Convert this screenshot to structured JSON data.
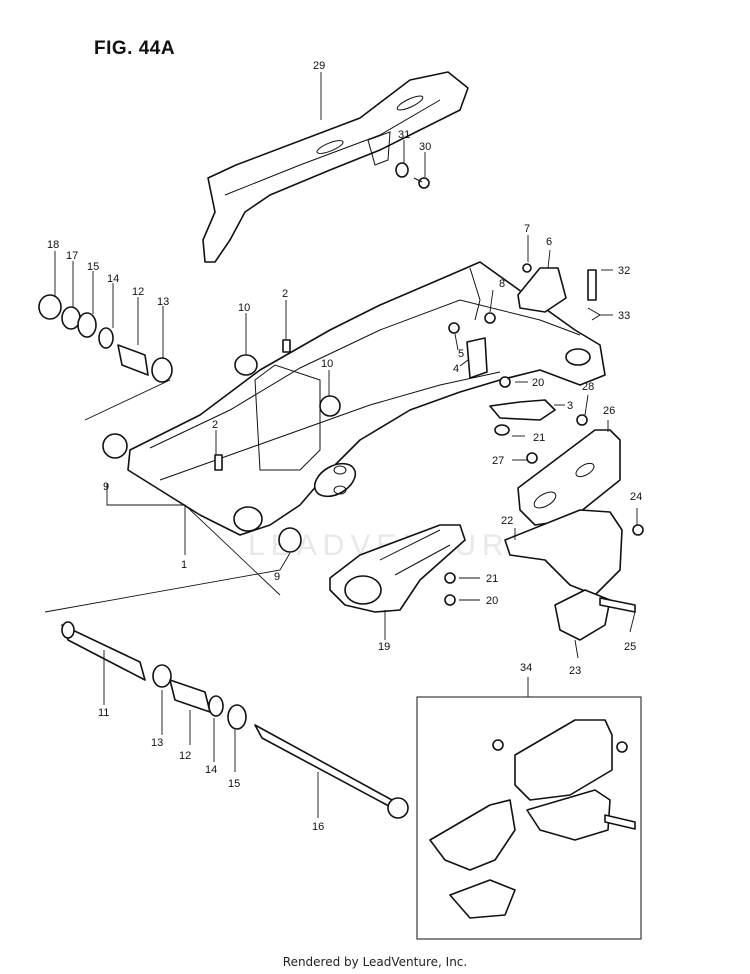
{
  "figure": {
    "title": "FIG. 44A"
  },
  "footer": {
    "text": "Rendered by LeadVenture, Inc."
  },
  "watermark": {
    "text": "LEADVENTURE"
  },
  "callouts": {
    "c1": "1",
    "c2a": "2",
    "c2b": "2",
    "c3": "3",
    "c4": "4",
    "c5": "5",
    "c6": "6",
    "c7": "7",
    "c8": "8",
    "c9a": "9",
    "c9b": "9",
    "c10a": "10",
    "c10b": "10",
    "c11": "11",
    "c12a": "12",
    "c12b": "12",
    "c13a": "13",
    "c13b": "13",
    "c14a": "14",
    "c14b": "14",
    "c15a": "15",
    "c15b": "15",
    "c16": "16",
    "c17": "17",
    "c18": "18",
    "c19": "19",
    "c20a": "20",
    "c20b": "20",
    "c21a": "21",
    "c21b": "21",
    "c22": "22",
    "c23": "23",
    "c24": "24",
    "c25": "25",
    "c26": "26",
    "c27": "27",
    "c28": "28",
    "c29": "29",
    "c30": "30",
    "c31": "31",
    "c32": "32",
    "c33": "33",
    "c34": "34"
  }
}
